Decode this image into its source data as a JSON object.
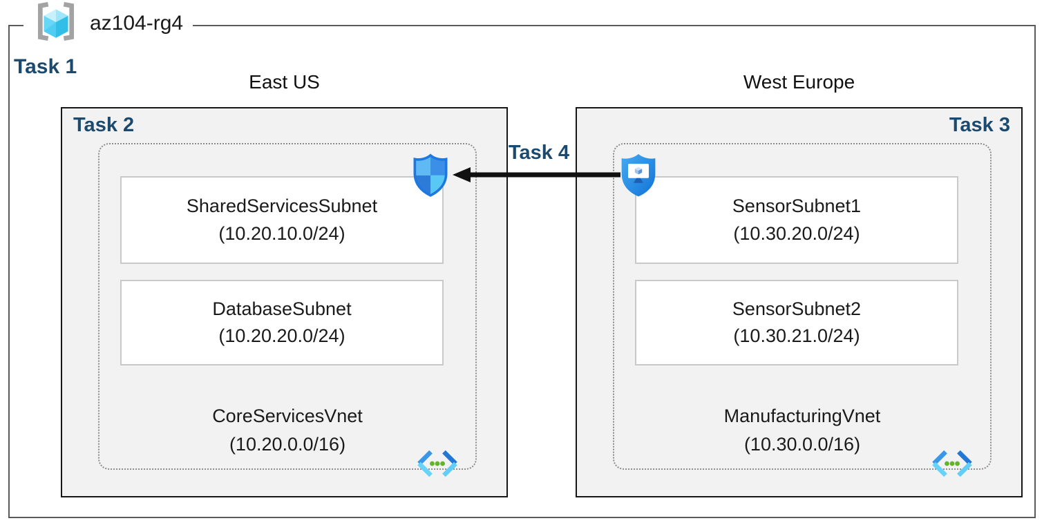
{
  "resource_group": {
    "name": "az104-rg4",
    "icon": "resource-group-icon",
    "task_label": "Task 1"
  },
  "regions": [
    {
      "name": "East US",
      "task_label": "Task 2",
      "vnet": {
        "name": "CoreServicesVnet",
        "cidr": "(10.20.0.0/16)",
        "icon": "virtual-network-icon"
      },
      "subnets": [
        {
          "name": "SharedServicesSubnet",
          "cidr": "(10.20.10.0/24)"
        },
        {
          "name": "DatabaseSubnet",
          "cidr": "(10.20.20.0/24)"
        }
      ]
    },
    {
      "name": "West Europe",
      "task_label": "Task 3",
      "vnet": {
        "name": "ManufacturingVnet",
        "cidr": "(10.30.0.0/16)",
        "icon": "virtual-network-icon"
      },
      "subnets": [
        {
          "name": "SensorSubnet1",
          "cidr": "(10.30.20.0/24)"
        },
        {
          "name": "SensorSubnet2",
          "cidr": "(10.30.21.0/24)"
        }
      ]
    }
  ],
  "connection": {
    "label": "Task 4",
    "from_icon": "protected-vm-icon",
    "to_icon": "nsg-shield-icon",
    "direction": "right-to-left"
  },
  "colors": {
    "task_label": "#1c4a6e",
    "region_fill": "#f2f2f2",
    "region_border": "#161616",
    "outer_border": "#595959",
    "subnet_border": "#c9c9c9",
    "dashed_border": "#8c8c8c",
    "arrow": "#111111",
    "icon_blue": "#2b8ae2",
    "icon_cyan": "#62cdf6",
    "icon_green": "#63b32b"
  }
}
